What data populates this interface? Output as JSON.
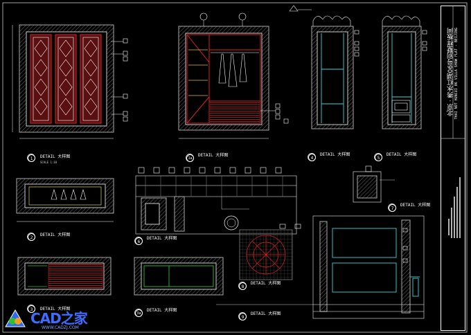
{
  "drawing": {
    "title_cn": "北京 · 秀水红湖06号别墅样板间",
    "title_en": "THAI NOT HUNCUI 06 VILLA SHOW FLAT - BEIJING"
  },
  "details": [
    {
      "num": "1",
      "label": "DETAIL 大样图"
    },
    {
      "num": "1a",
      "label": "DETAIL 大样图"
    },
    {
      "num": "4",
      "label": "DETAIL 大样图"
    },
    {
      "num": "5",
      "label": "DETAIL 大样图"
    },
    {
      "num": "2",
      "label": "DETAIL 大样图"
    },
    {
      "num": "6",
      "label": "DETAIL 大样图"
    },
    {
      "num": "7",
      "label": "DETAIL 大样图"
    },
    {
      "num": "3",
      "label": "DETAIL 大样图"
    },
    {
      "num": "3a",
      "label": "DETAIL 大样图"
    },
    {
      "num": "8",
      "label": "DETAIL 大样图"
    },
    {
      "num": "9",
      "label": "DETAIL 大样图"
    }
  ],
  "scale_text": "SCALE 1:10",
  "watermark": {
    "brand": "CAD之家",
    "url": "WWW.CADZJ.COM"
  },
  "colors": {
    "red": "#e02020",
    "white": "#ffffff",
    "cyan": "#3fd6d6",
    "yellow": "#e0e020",
    "green": "#30c030",
    "grey": "#7a7a7a"
  }
}
